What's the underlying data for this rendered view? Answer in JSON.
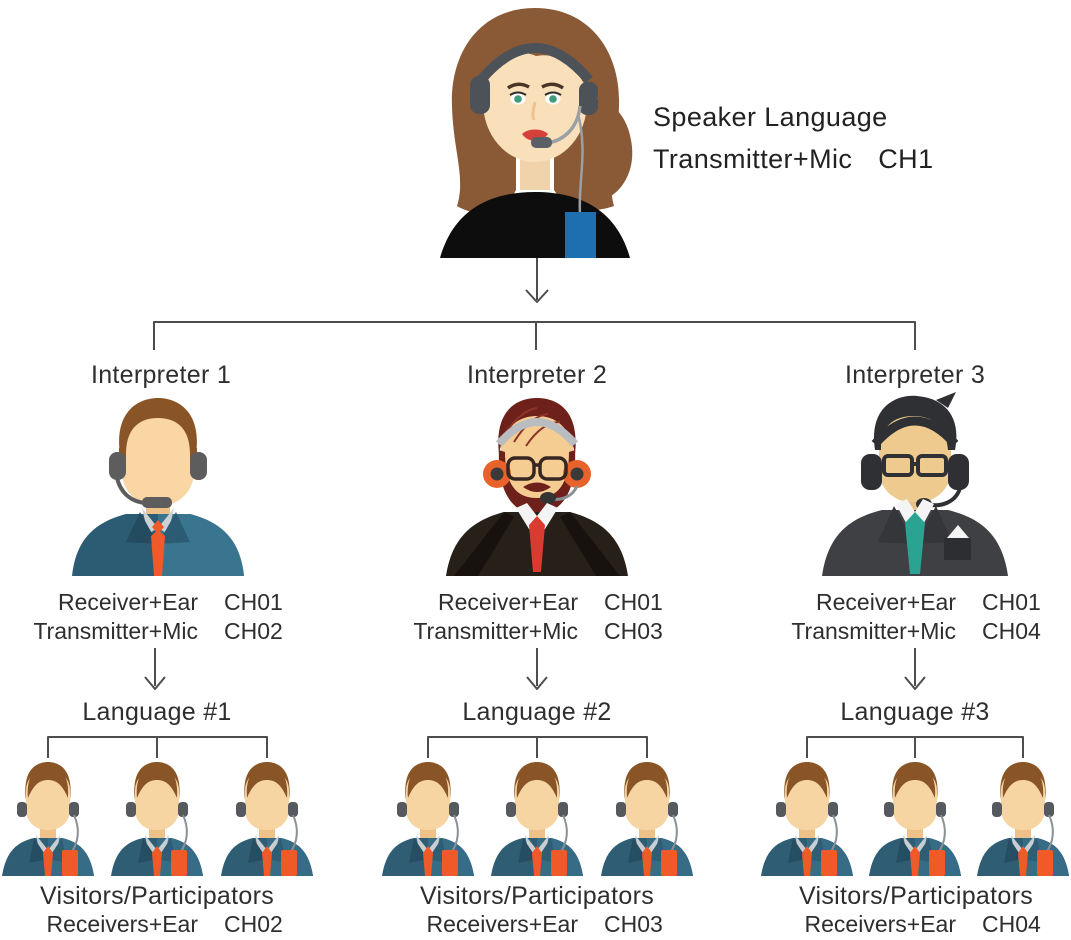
{
  "speaker": {
    "title": "Speaker Language",
    "device": "Transmitter+Mic",
    "channel": "CH1"
  },
  "groups": [
    {
      "interpreter_label": "Interpreter 1",
      "receive_device": "Receiver+Ear",
      "receive_channel": "CH01",
      "transmit_device": "Transmitter+Mic",
      "transmit_channel": "CH02",
      "language_label": "Language #1",
      "visitors_title": "Visitors/Participators",
      "visitors_device": "Receivers+Ear",
      "visitors_channel": "CH02"
    },
    {
      "interpreter_label": "Interpreter 2",
      "receive_device": "Receiver+Ear",
      "receive_channel": "CH01",
      "transmit_device": "Transmitter+Mic",
      "transmit_channel": "CH03",
      "language_label": "Language #2",
      "visitors_title": "Visitors/Participators",
      "visitors_device": "Receivers+Ear",
      "visitors_channel": "CH03"
    },
    {
      "interpreter_label": "Interpreter 3",
      "receive_device": "Receiver+Ear",
      "receive_channel": "CH01",
      "transmit_device": "Transmitter+Mic",
      "transmit_channel": "CH04",
      "language_label": "Language #3",
      "visitors_title": "Visitors/Participators",
      "visitors_device": "Receivers+Ear",
      "visitors_channel": "CH04"
    }
  ],
  "icons": {
    "speaker": "speaker-woman-headset-illustration",
    "interpreter_1": "male-interpreter-headset-illustration",
    "interpreter_2": "bearded-interpreter-orange-headphones-illustration",
    "interpreter_3": "interpreter-glasses-black-headphones-illustration",
    "visitor": "visitor-receiver-earpiece-illustration"
  },
  "colors": {
    "line": "#4d4d4d",
    "text": "#2e2e2e",
    "accent_orange": "#f05a28",
    "suit_blue": "#2e5d74",
    "device_blue": "#1e6fb0",
    "tie_red": "#da3b30",
    "tie_teal": "#2aa392"
  }
}
